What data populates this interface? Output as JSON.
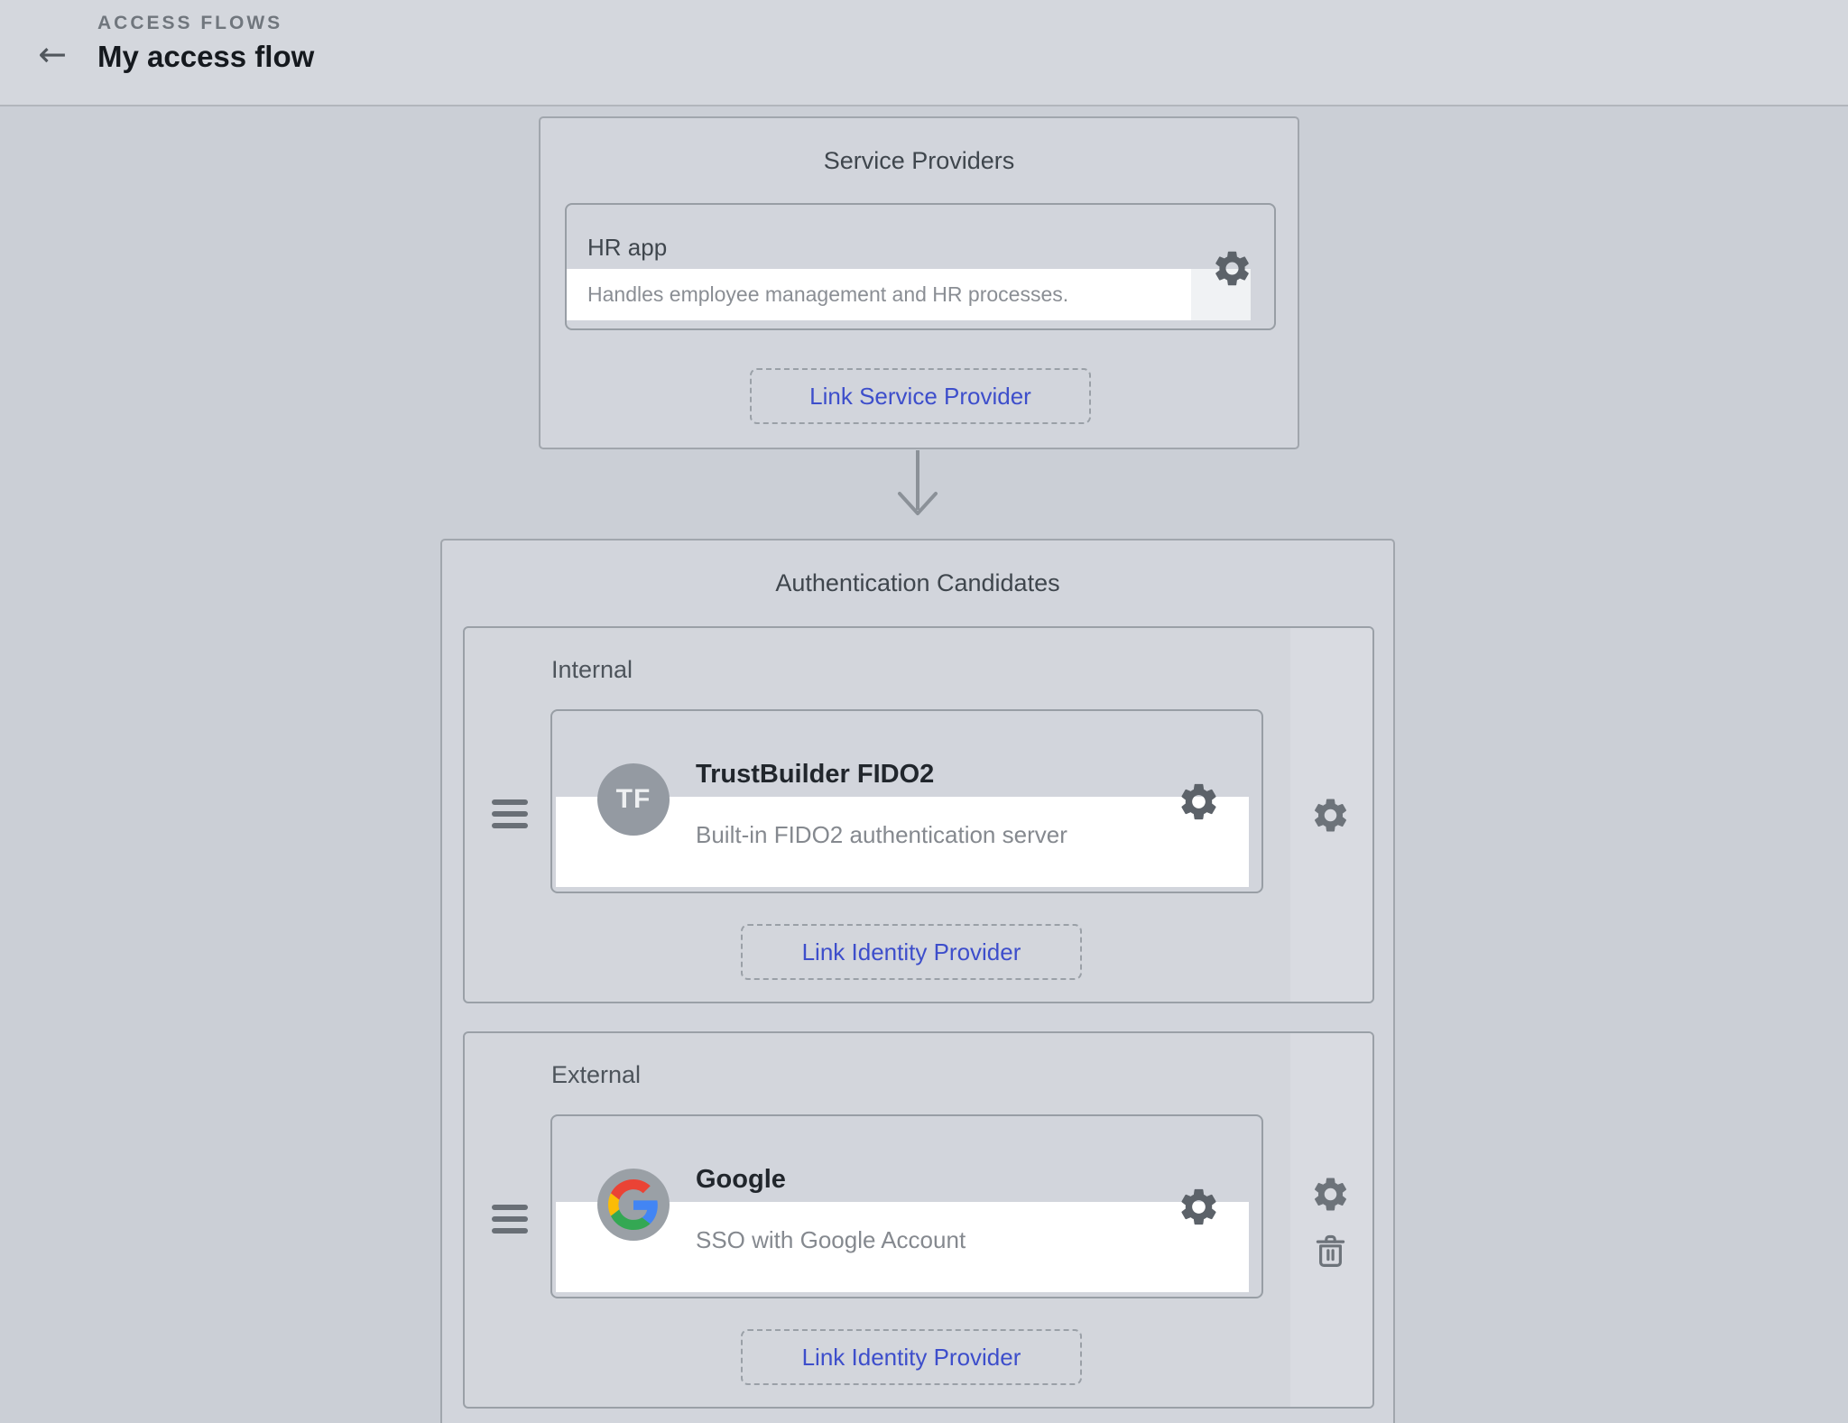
{
  "header": {
    "eyebrow": "ACCESS FLOWS",
    "title": "My access flow",
    "back_icon": "arrow-left-icon"
  },
  "colors": {
    "link_accent": "#3d4ecb",
    "canvas_background": "#cbcfd6",
    "panel_background": "#d2d5dc",
    "highlight_band": "#ffffff",
    "icon_gray": "#5c6269",
    "google_red": "#EA4335",
    "google_blue": "#4285F4",
    "google_yellow": "#FBBC05",
    "google_green": "#34A853"
  },
  "connector": {
    "icon": "arrow-down-icon"
  },
  "service_providers": {
    "title": "Service Providers",
    "providers": [
      {
        "name": "HR app",
        "description": "Handles employee management and HR processes.",
        "settings_icon": "settings-gear-icon"
      }
    ],
    "link_button_label": "Link Service Provider"
  },
  "authentication_candidates": {
    "title": "Authentication Candidates",
    "groups": [
      {
        "label": "Internal",
        "link_button_label": "Link Identity Provider",
        "group_actions": [
          "settings-gear-icon"
        ],
        "idps": [
          {
            "name": "TrustBuilder FIDO2",
            "description": "Built-in FIDO2 authentication server",
            "avatar_initials": "TF",
            "avatar_icon": "tf-avatar",
            "settings_icon": "settings-gear-icon",
            "drag_icon": "drag-handle-icon"
          }
        ]
      },
      {
        "label": "External",
        "link_button_label": "Link Identity Provider",
        "group_actions": [
          "settings-gear-icon",
          "trash-icon"
        ],
        "idps": [
          {
            "name": "Google",
            "description": "SSO with Google Account",
            "avatar_icon": "google-logo",
            "settings_icon": "settings-gear-icon",
            "drag_icon": "drag-handle-icon"
          }
        ]
      }
    ]
  }
}
